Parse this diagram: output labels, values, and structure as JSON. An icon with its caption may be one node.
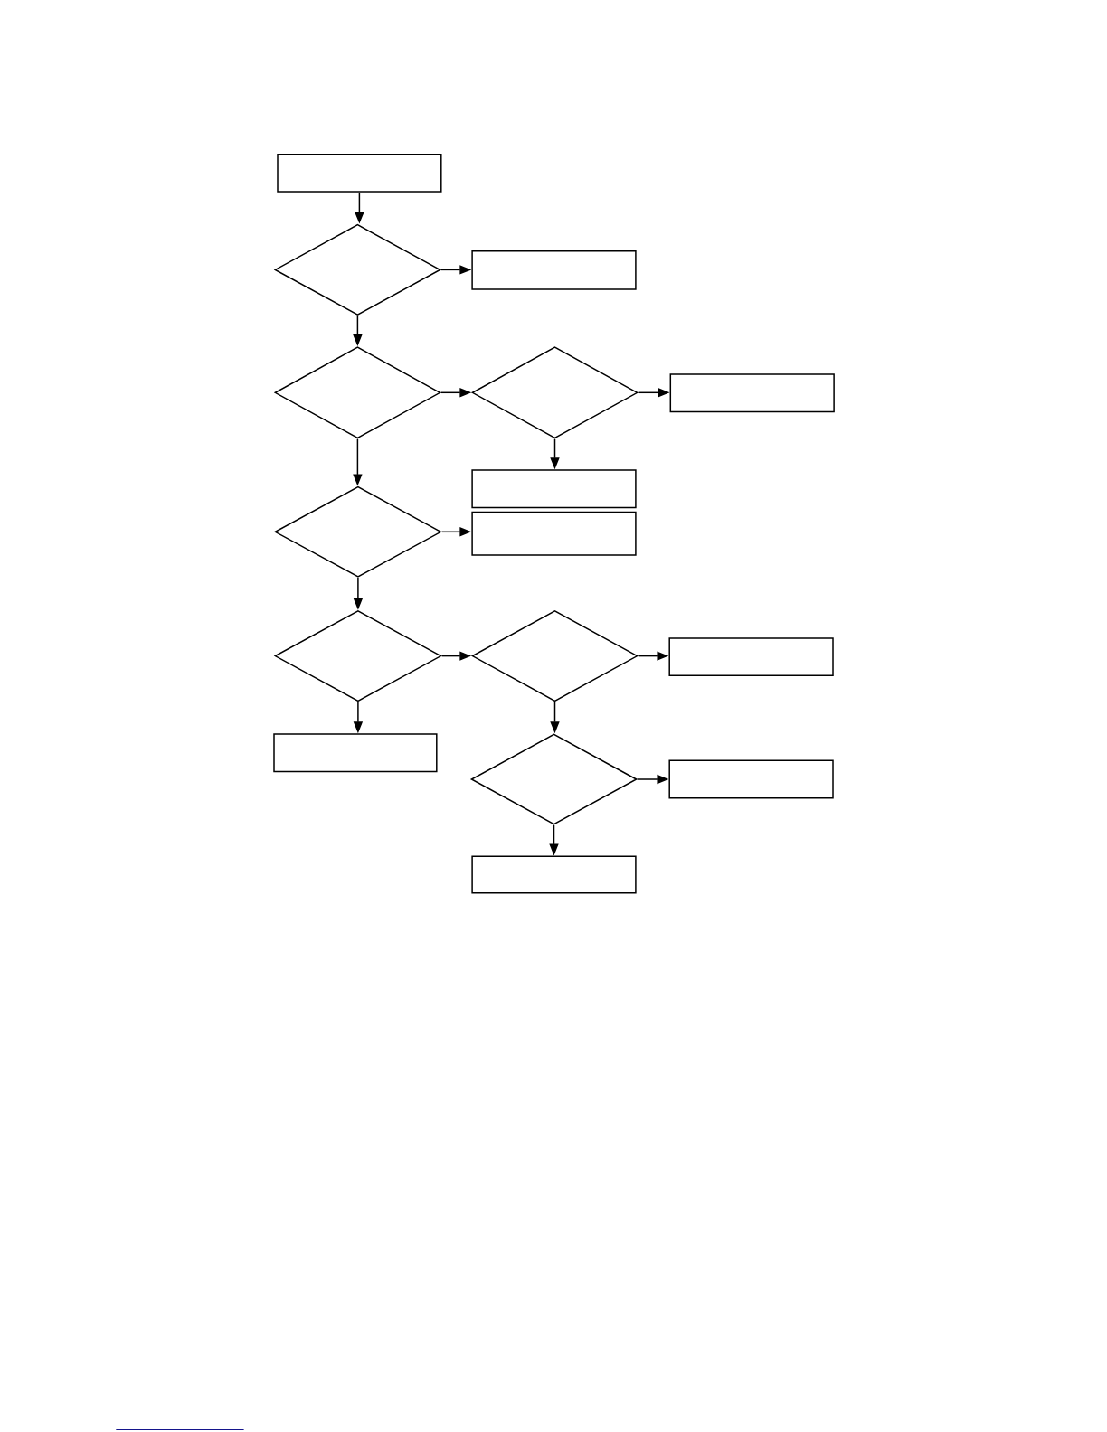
{
  "diagram": {
    "nodes": [
      {
        "text": [],
        "shape": "box"
      },
      {
        "text": [],
        "shape": "diamond"
      },
      {
        "text": [],
        "shape": "box"
      },
      {
        "text": [],
        "shape": "diamond"
      },
      {
        "text": [],
        "shape": "diamond"
      },
      {
        "text": [],
        "shape": "box"
      },
      {
        "text": [],
        "shape": "box"
      },
      {
        "text": [],
        "shape": "diamond"
      },
      {
        "text": [],
        "shape": "box"
      },
      {
        "text": [],
        "shape": "diamond"
      },
      {
        "text": [],
        "shape": "diamond"
      },
      {
        "text": [],
        "shape": "box"
      },
      {
        "text": [],
        "shape": "box"
      },
      {
        "text": [],
        "shape": "diamond"
      },
      {
        "text": [],
        "shape": "box"
      },
      {
        "text": [],
        "shape": "box"
      }
    ],
    "edges": [
      {
        "from": 0,
        "to": 1,
        "arrow": "to"
      },
      {
        "from": 1,
        "to": 2,
        "arrow": "to"
      },
      {
        "from": 1,
        "to": 3,
        "arrow": "to"
      },
      {
        "from": 3,
        "to": 4,
        "arrow": "to"
      },
      {
        "from": 4,
        "to": 5,
        "arrow": "to"
      },
      {
        "from": 4,
        "to": 6,
        "arrow": "to"
      },
      {
        "from": 3,
        "to": 7,
        "arrow": "to"
      },
      {
        "from": 7,
        "to": 8,
        "arrow": "to"
      },
      {
        "from": 7,
        "to": 9,
        "arrow": "to"
      },
      {
        "from": 9,
        "to": 10,
        "arrow": "to"
      },
      {
        "from": 10,
        "to": 11,
        "arrow": "to"
      },
      {
        "from": 9,
        "to": 12,
        "arrow": "to"
      },
      {
        "from": 10,
        "to": 13,
        "arrow": "to"
      },
      {
        "from": 13,
        "to": 14,
        "arrow": "to"
      },
      {
        "from": 13,
        "to": 15,
        "arrow": "to"
      }
    ]
  }
}
